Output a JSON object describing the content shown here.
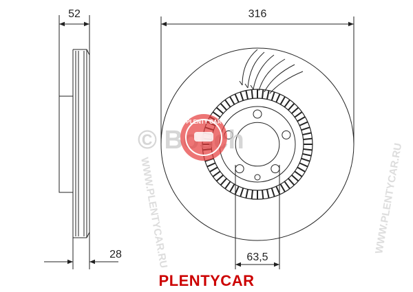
{
  "dimensions": {
    "outer_diameter": "316",
    "overall_height": "52",
    "disc_thickness": "28",
    "centering_diameter": "63,5"
  },
  "watermark": {
    "copyright_text": "© Bosch",
    "seal_text": "PLENTY CAR",
    "side_url": "WWW.PLENTYCAR.RU"
  },
  "brand": {
    "label": "PLENTYCAR"
  },
  "colors": {
    "line": "#222222",
    "brand": "#cc0000",
    "seal": "#e63a3a",
    "watermark": "#cfcfcf"
  },
  "drawing": {
    "bolt_hole_count": 5,
    "abs_ring_teeth": 60
  }
}
